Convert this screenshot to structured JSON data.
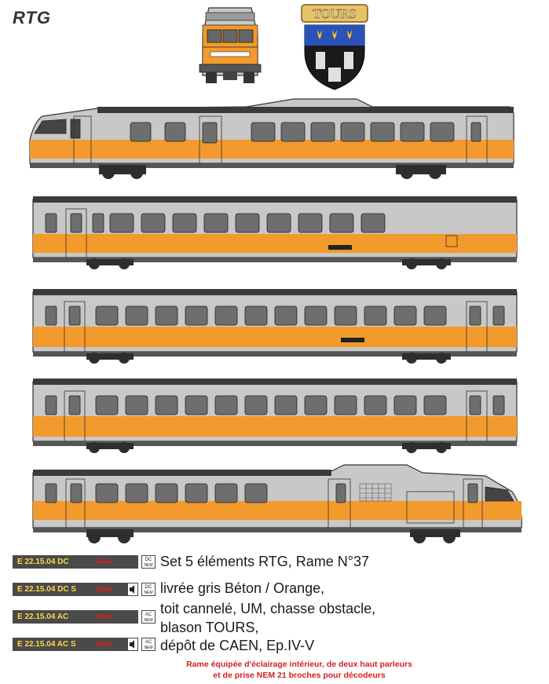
{
  "brand": "RTG",
  "crest": {
    "city": "TOURS"
  },
  "codes": [
    {
      "code": "E 22.15.04 DC",
      "badge": "New",
      "current": "DC",
      "decoder": "NEM"
    },
    {
      "code": "E 22.15.04 DC S",
      "badge": "New",
      "current": "DC",
      "decoder": "NEM"
    },
    {
      "code": "E 22.15.04 AC",
      "badge": "New",
      "current": "AC",
      "decoder": "NEM"
    },
    {
      "code": "E 22.15.04 AC S",
      "badge": "New",
      "current": "AC",
      "decoder": "NEM"
    }
  ],
  "description": [
    "Set 5 éléments RTG, Rame N°37",
    "livrée gris Béton / Orange,",
    "toit cannelé, UM, chasse obstacle,",
    "blason TOURS,",
    "dépôt de CAEN, Ep.IV-V"
  ],
  "note": [
    "Rame équipée d'éclairage intérieur, de deux haut parleurs",
    "et de prise NEM 21 broches pour décodeurs"
  ],
  "colors": {
    "orange": "#f39a2c",
    "grey_beton": "#c8c8c6",
    "roof": "#3a3a3a",
    "badge_bg": "#4a4a4a",
    "badge_text": "#ffd84a",
    "new_red": "#d42020",
    "note_red": "#d42020"
  }
}
